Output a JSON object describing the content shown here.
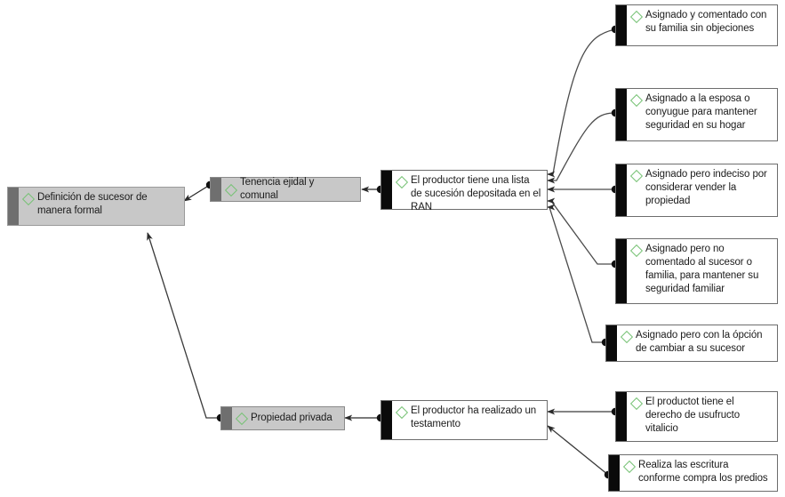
{
  "diagram": {
    "title": "Definición de sucesor de manera formal",
    "icon": "diamond-icon",
    "accent_color": "#77c275",
    "node_fill_grey": "#c8c8c8",
    "node_fill_white": "#ffffff",
    "bar_color_grey": "#6f6f6f",
    "bar_color_black": "#0a0a0a",
    "line_color": "#555555",
    "background": "#ffffff"
  },
  "nodes": {
    "root": {
      "label": "Definición de sucesor de manera formal"
    },
    "branch_tenencia": {
      "label": "Tenencia ejidal y comunal"
    },
    "branch_propiedad": {
      "label": "Propiedad privada"
    },
    "sub_lista": {
      "label": "El productor tiene una lista de sucesión depositada en el RAN"
    },
    "sub_testamento": {
      "label": "El productor ha realizado un testamento"
    },
    "leaf_1": {
      "label": "Asignado y comentado con su familia sin objeciones"
    },
    "leaf_2": {
      "label": "Asignado a la esposa o conyugue para mantener seguridad en su hogar"
    },
    "leaf_3": {
      "label": "Asignado pero indeciso por considerar vender la propiedad"
    },
    "leaf_4": {
      "label": "Asignado pero no comentado al sucesor o familia, para mantener su seguridad familiar"
    },
    "leaf_5": {
      "label": "Asignado pero con la ópción de cambiar a su sucesor"
    },
    "leaf_6": {
      "label": "El productot tiene el derecho de usufructo vitalicio"
    },
    "leaf_7": {
      "label": "Realiza las escritura conforme compra los predios"
    }
  },
  "edges": [
    {
      "from": "branch_tenencia",
      "to": "root"
    },
    {
      "from": "branch_propiedad",
      "to": "root"
    },
    {
      "from": "sub_lista",
      "to": "branch_tenencia"
    },
    {
      "from": "sub_testamento",
      "to": "branch_propiedad"
    },
    {
      "from": "leaf_1",
      "to": "sub_lista"
    },
    {
      "from": "leaf_2",
      "to": "sub_lista"
    },
    {
      "from": "leaf_3",
      "to": "sub_lista"
    },
    {
      "from": "leaf_4",
      "to": "sub_lista"
    },
    {
      "from": "leaf_5",
      "to": "sub_lista"
    },
    {
      "from": "leaf_6",
      "to": "sub_testamento"
    },
    {
      "from": "leaf_7",
      "to": "sub_testamento"
    }
  ]
}
